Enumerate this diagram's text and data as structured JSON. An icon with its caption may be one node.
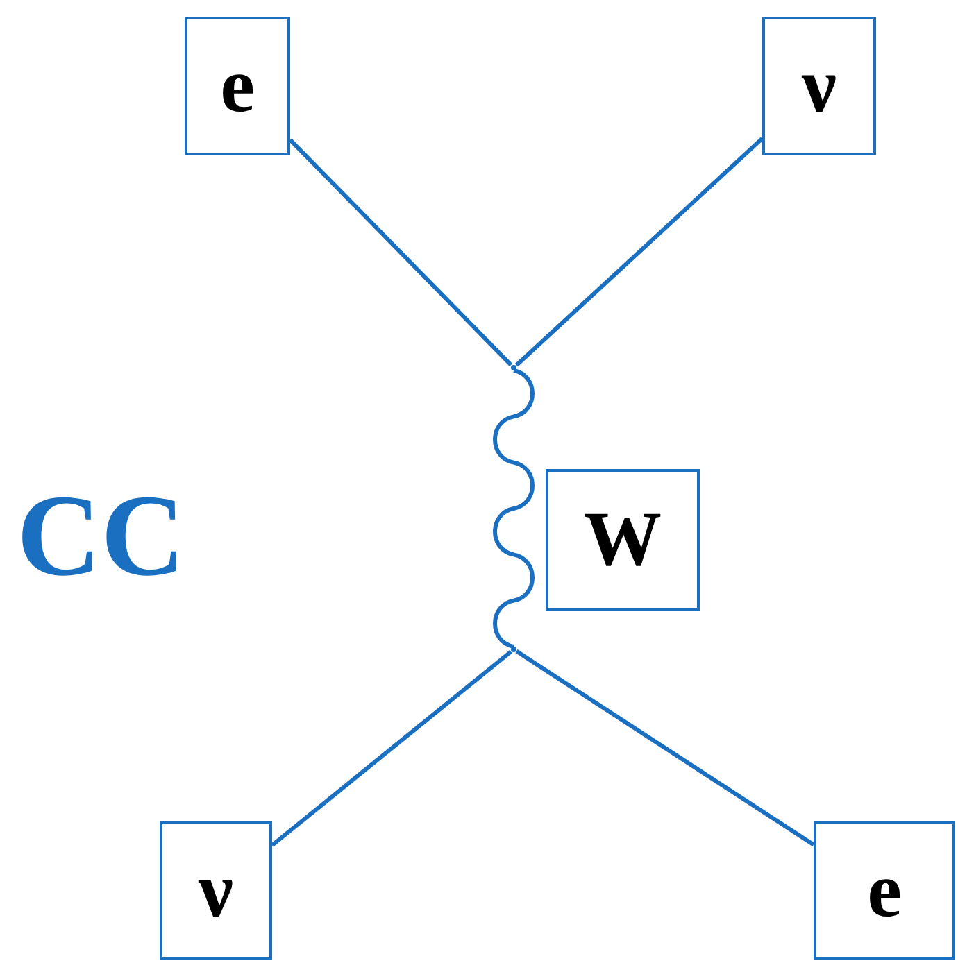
{
  "diagram": {
    "nodes": [
      {
        "text": [
          "e"
        ]
      },
      {
        "text": [
          "ν"
        ]
      },
      {
        "text": [
          "W"
        ]
      },
      {
        "text": [
          "ν"
        ]
      },
      {
        "text": [
          "e"
        ]
      },
      {
        "text": [],
        "shape": "point"
      },
      {
        "text": [],
        "shape": "point"
      }
    ],
    "edges": [
      {
        "from": 0,
        "to": 5,
        "arrow": "none"
      },
      {
        "from": 1,
        "to": 5,
        "arrow": "none"
      },
      {
        "from": 5,
        "to": 6,
        "arrow": "none"
      },
      {
        "from": 6,
        "to": 3,
        "arrow": "none"
      },
      {
        "from": 6,
        "to": 4,
        "arrow": "none"
      }
    ],
    "labels": [
      "CC"
    ]
  }
}
